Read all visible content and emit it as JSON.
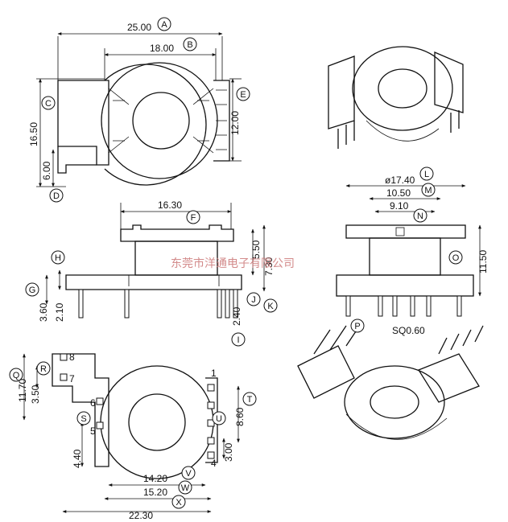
{
  "dimensions": {
    "a": "25.00",
    "b": "18.00",
    "c": "16.50",
    "d": "6.00",
    "e": "12.00",
    "f": "16.30",
    "g": "3.60",
    "h": "2.10",
    "j1": "5.50",
    "j2": "7.30",
    "i": "2.40",
    "l": "ø17.40",
    "m": "10.50",
    "n": "9.10",
    "o": "11.50",
    "p": "SQ0.60",
    "q": "11.70",
    "r": "3.50",
    "s": "4.40",
    "t": "8.60",
    "u": "3.00",
    "v": "14.20",
    "w": "15.20",
    "x": "22.30"
  },
  "callouts": [
    "A",
    "B",
    "C",
    "D",
    "E",
    "F",
    "G",
    "H",
    "I",
    "J",
    "K",
    "L",
    "M",
    "N",
    "O",
    "P",
    "Q",
    "R",
    "S",
    "T",
    "U",
    "V",
    "W",
    "X"
  ],
  "pin_numbers": [
    "1",
    "4",
    "5",
    "6",
    "7",
    "8"
  ],
  "watermark": "东莞市洋通电子有限公司"
}
